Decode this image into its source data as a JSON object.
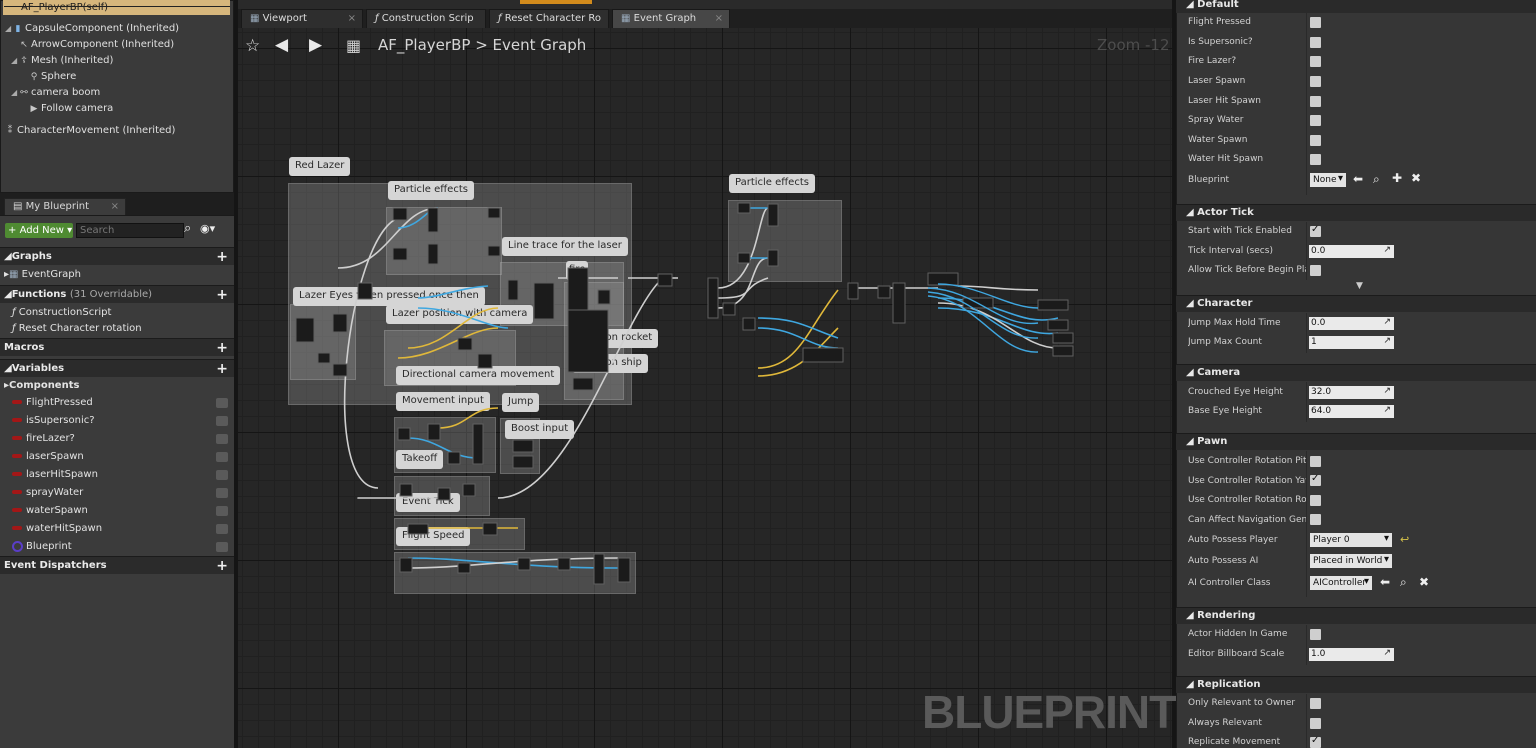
{
  "components_panel": {
    "self": "AF_PlayerBP(self)",
    "items": [
      {
        "label": "CapsuleComponent (Inherited)",
        "icon": "capsule-icon"
      },
      {
        "label": "ArrowComponent (Inherited)",
        "icon": "arrow-icon"
      },
      {
        "label": "Mesh (Inherited)",
        "icon": "mesh-icon"
      },
      {
        "label": "Sphere",
        "icon": "sphere-icon"
      },
      {
        "label": "camera boom",
        "icon": "camera-boom-icon"
      },
      {
        "label": "Follow camera",
        "icon": "camera-icon"
      },
      {
        "label": "CharacterMovement (Inherited)",
        "icon": "movement-icon"
      }
    ]
  },
  "my_blueprint": {
    "tab_label": "My Blueprint",
    "add_new_label": "Add New",
    "search_placeholder": "Search",
    "graphs_label": "Graphs",
    "event_graph_label": "EventGraph",
    "functions_label": "Functions",
    "functions_note": "(31 Overridable)",
    "functions": [
      "ConstructionScript",
      "Reset Character rotation"
    ],
    "macros_label": "Macros",
    "variables_label": "Variables",
    "components_label": "Components",
    "variables": [
      "FlightPressed",
      "isSupersonic?",
      "fireLazer?",
      "laserSpawn",
      "laserHitSpawn",
      "sprayWater",
      "waterSpawn",
      "waterHitSpawn",
      "Blueprint"
    ],
    "event_dispatchers_label": "Event Dispatchers"
  },
  "tabs": [
    {
      "label": "Viewport"
    },
    {
      "label": "Construction Scrip"
    },
    {
      "label": "Reset Character Ro"
    },
    {
      "label": "Event Graph"
    }
  ],
  "graph": {
    "breadcrumb_bp": "AF_PlayerBP",
    "breadcrumb_sep": ">",
    "breadcrumb_graph": "Event Graph",
    "zoom": "Zoom -12",
    "watermark": "BLUEPRINT",
    "comments": {
      "red_lazer": "Red Lazer",
      "particle_effects_1": "Particle effects",
      "particle_effects_2": "Particle effects",
      "line_trace": "Line trace for the laser",
      "lazer_eyes": "Lazer Eyes when pressed once then",
      "lazer_position": "Lazer position with camera",
      "fire": "fire",
      "laser_rocket": "laser on rocket",
      "laser_ship": "laser on ship",
      "directional_camera": "Directional camera movement",
      "movement_input": "Movement input",
      "jump": "Jump",
      "boost_input": "Boost input",
      "takeoff": "Takeoff",
      "event_tick": "Event Tick",
      "flight_speed": "Flight Speed"
    }
  },
  "details": {
    "default_label": "Default",
    "default_rows": [
      {
        "label": "Flight Pressed",
        "checked": false
      },
      {
        "label": "Is Supersonic?",
        "checked": false
      },
      {
        "label": "Fire Lazer?",
        "checked": false
      },
      {
        "label": "Laser Spawn",
        "checked": false
      },
      {
        "label": "Laser Hit Spawn",
        "checked": false
      },
      {
        "label": "Spray Water",
        "checked": false
      },
      {
        "label": "Water Spawn",
        "checked": false
      },
      {
        "label": "Water Hit Spawn",
        "checked": false
      }
    ],
    "blueprint_label": "Blueprint",
    "blueprint_value": "None",
    "actor_tick_label": "Actor Tick",
    "start_tick_label": "Start with Tick Enabled",
    "tick_interval_label": "Tick Interval (secs)",
    "tick_interval_value": "0.0",
    "allow_tick_label": "Allow Tick Before Begin Play",
    "character_label": "Character",
    "jump_hold_label": "Jump Max Hold Time",
    "jump_hold_value": "0.0",
    "jump_count_label": "Jump Max Count",
    "jump_count_value": "1",
    "camera_label": "Camera",
    "crouched_label": "Crouched Eye Height",
    "crouched_value": "32.0",
    "base_eye_label": "Base Eye Height",
    "base_eye_value": "64.0",
    "pawn_label": "Pawn",
    "pitch_label": "Use Controller Rotation Pitch",
    "yaw_label": "Use Controller Rotation Yaw",
    "roll_label": "Use Controller Rotation Roll",
    "nav_label": "Can Affect Navigation Generation",
    "auto_possess_player_label": "Auto Possess Player",
    "auto_possess_player_value": "Player 0",
    "auto_possess_ai_label": "Auto Possess AI",
    "auto_possess_ai_value": "Placed in World",
    "ai_class_label": "AI Controller Class",
    "ai_class_value": "AIController",
    "rendering_label": "Rendering",
    "hidden_label": "Actor Hidden In Game",
    "billboard_label": "Editor Billboard Scale",
    "billboard_value": "1.0",
    "replication_label": "Replication",
    "relevant_owner_label": "Only Relevant to Owner",
    "always_relevant_label": "Always Relevant",
    "replicate_movement_label": "Replicate Movement"
  }
}
